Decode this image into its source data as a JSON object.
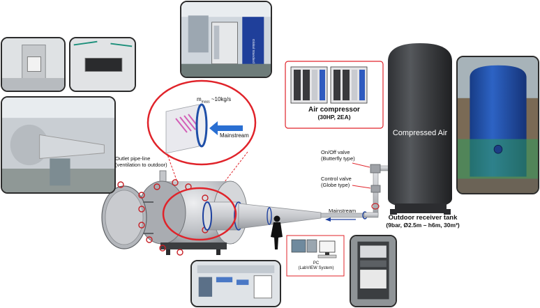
{
  "labels": {
    "mass_flow": "m",
    "mass_flow_sub": "mass",
    "mass_flow_value": "~10kg/s",
    "mainstream_inset": "Mainstream",
    "outlet_line1": "Outlet pipe-line",
    "outlet_line2": "(ventilation to outdoor)",
    "onoff_line1": "On/Off valve",
    "onoff_line2": "(Butterfly type)",
    "control_line1": "Control valve",
    "control_line2": "(Globe type)",
    "mainstream_pipe": "Mainstream",
    "air_comp_line1": "Air compressor",
    "air_comp_line2": "(30HP, 2EA)",
    "compressed_air": "Compressed Air",
    "tank_line1": "Outdoor receiver tank",
    "tank_line2": "(9bar, Ø2.5m – h6m, 30m³)",
    "pc_line1": "PC",
    "pc_line2": "(LabVIEW System)",
    "compressor_photo_text": "Global Standard Air"
  },
  "colors": {
    "highlight_red": "#e0232a",
    "tank_dark": "#3d3f42",
    "tank_photo_blue": "#1f4fa8",
    "pipe_blue": "#1c3f9e",
    "chamber_grey": "#b9bcc1"
  }
}
